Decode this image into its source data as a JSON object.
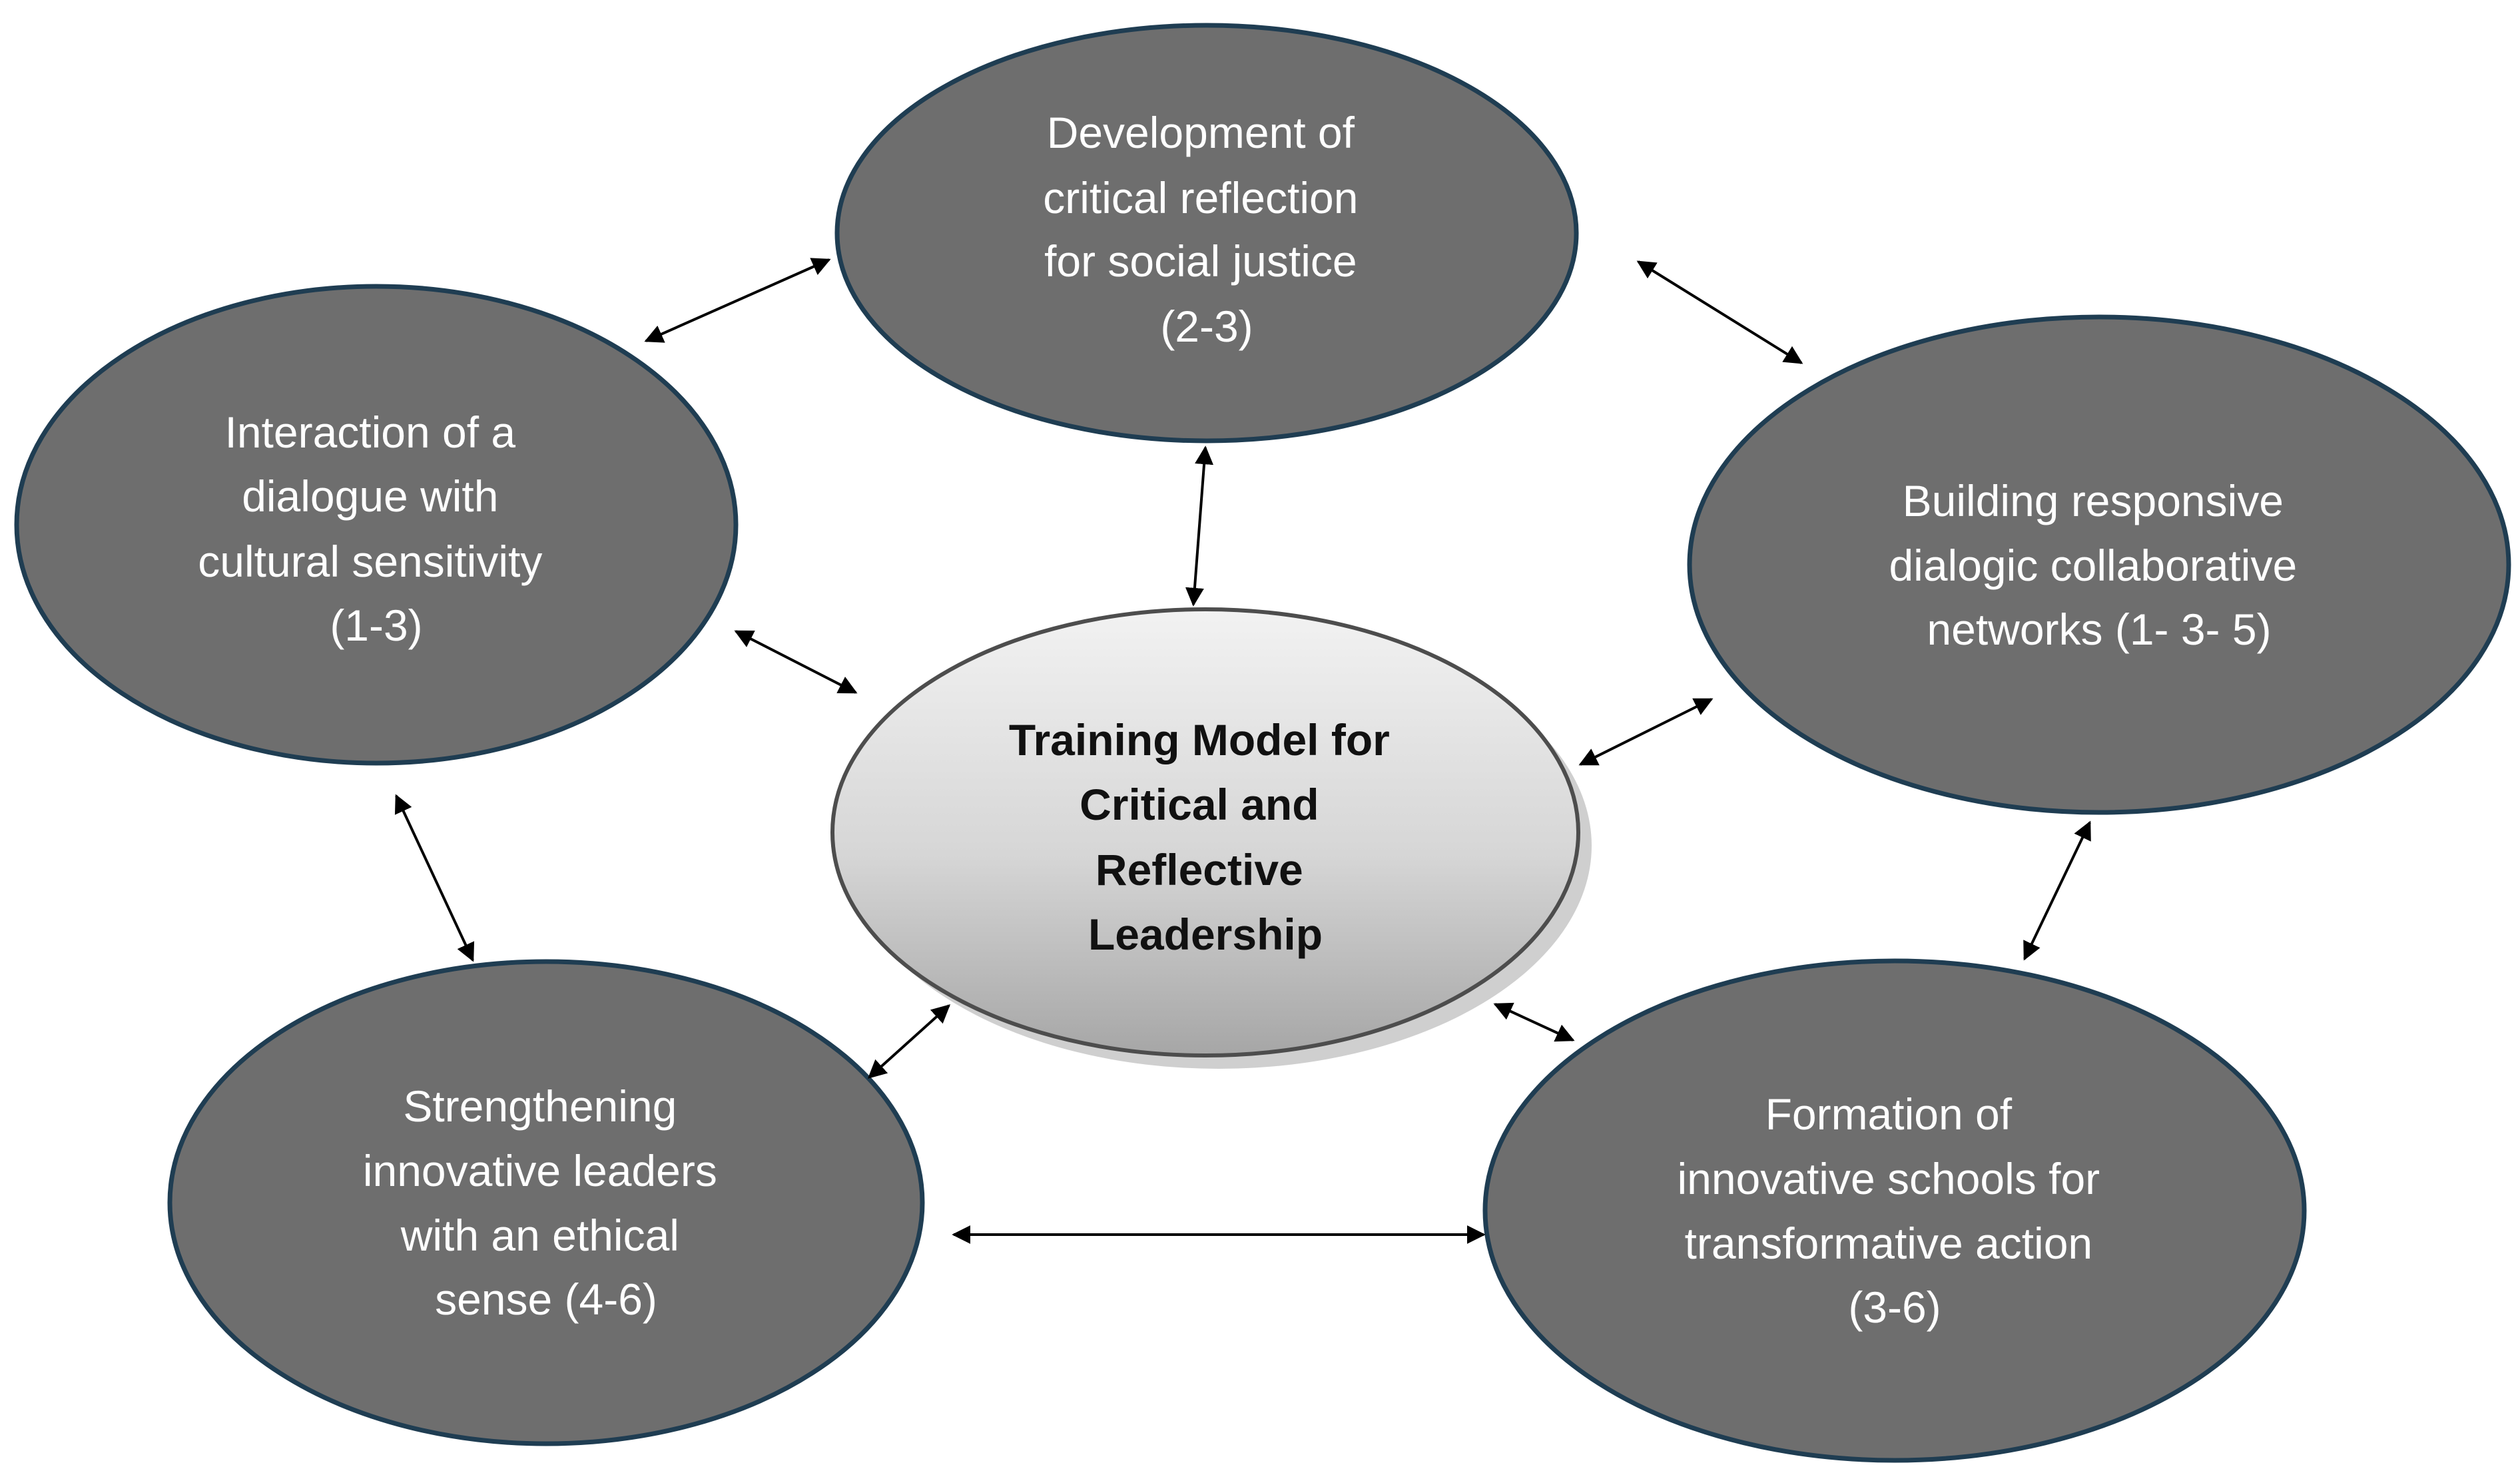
{
  "diagram": {
    "center": {
      "lines": [
        "Training Model for",
        "Critical and",
        "Reflective",
        "Leadership"
      ]
    },
    "nodes": {
      "top": {
        "lines": [
          "Development of",
          "critical reflection",
          "for social justice",
          "(2-3)"
        ]
      },
      "left": {
        "lines": [
          "Interaction of a",
          "dialogue with",
          "cultural sensitivity",
          "(1-3)"
        ]
      },
      "right": {
        "lines": [
          "Building responsive",
          "dialogic collaborative",
          "networks (1- 3- 5)"
        ]
      },
      "bottom_left": {
        "lines": [
          "Strengthening",
          "innovative leaders",
          "with an ethical",
          "sense (4-6)"
        ]
      },
      "bottom_right": {
        "lines": [
          "Formation of",
          "innovative schools for",
          "transformative action",
          "(3-6)"
        ]
      }
    },
    "colors": {
      "node_fill": "#6e6e6e",
      "node_border": "#1f3d52",
      "center_gradient_top": "#f2f2f2",
      "center_gradient_bottom": "#a6a6a6",
      "center_border": "#4d4d4d",
      "arrow": "#000000"
    }
  }
}
